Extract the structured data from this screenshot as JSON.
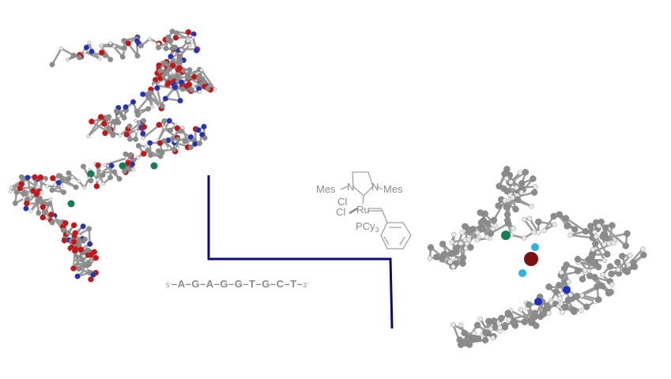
{
  "figure": {
    "sequence": {
      "five_prime": "5'",
      "bases": [
        "A",
        "G",
        "A",
        "G",
        "G",
        "T",
        "G",
        "C",
        "T"
      ],
      "three_prime": "3'"
    },
    "catalyst_structure": {
      "substituent_left": "Mes",
      "substituent_right": "Mes",
      "nitrogen_left": "N",
      "nitrogen_right": "N",
      "metal": "Ru",
      "ligand_cl1": "Cl",
      "ligand_cl2": "Cl",
      "phosphine": "PCy",
      "phosphine_subscript": "3"
    },
    "colors": {
      "connector_line": "#0c0c78",
      "structure_gray": "#8a8a8a",
      "carbon": "#8c8c8c",
      "oxygen": "#d01010",
      "nitrogen": "#2030c0",
      "phosphorus": "#108050",
      "hydrogen": "#e8e8e8",
      "ruthenium": "#7a1010",
      "chlorine": "#30b0e0"
    }
  }
}
